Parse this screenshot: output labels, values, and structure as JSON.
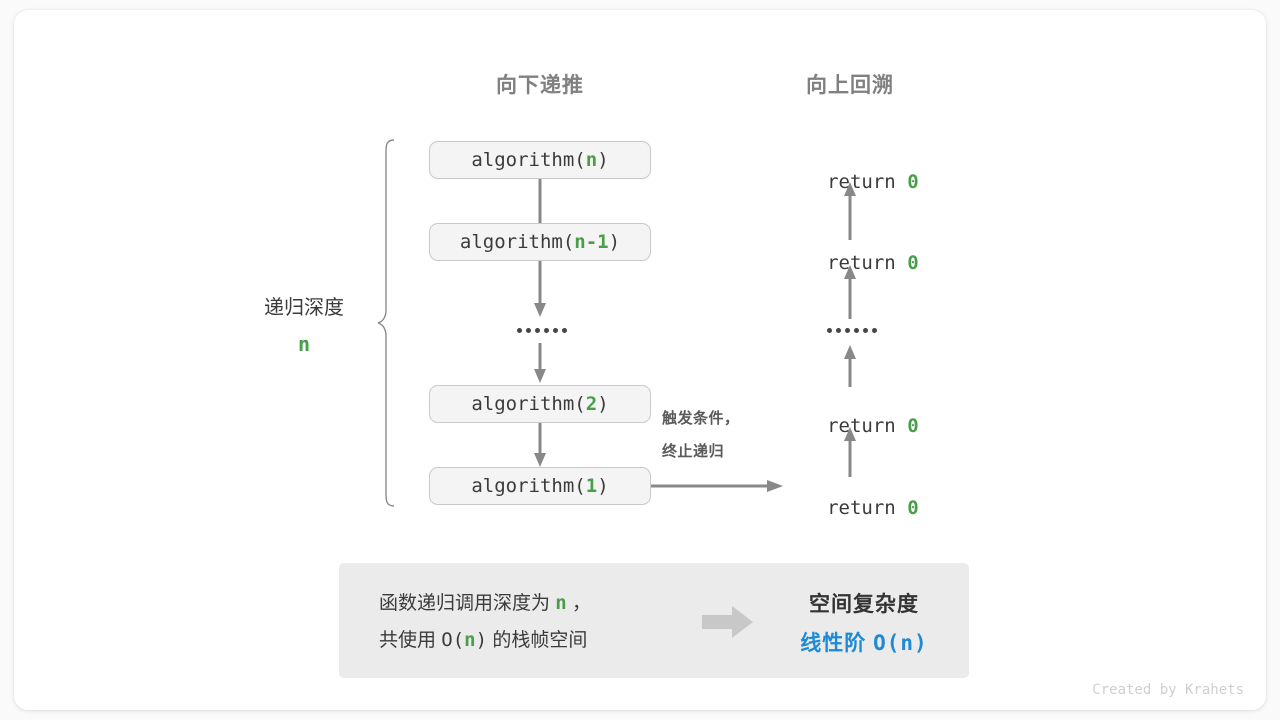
{
  "headers": {
    "down": "向下递推",
    "up": "向上回溯"
  },
  "colors": {
    "accent_green": "#4a9e4a",
    "accent_blue": "#1e8ad6",
    "arrow_gray": "#888888",
    "box_fill": "#f4f4f4",
    "box_border": "#c9c9c9",
    "panel_fill": "#ebebeb",
    "text_dark": "#3b3b3b",
    "header_gray": "#808080"
  },
  "call_stack": [
    {
      "prefix": "algorithm(",
      "arg": "n",
      "suffix": ")"
    },
    {
      "prefix": "algorithm(",
      "arg": "n-1",
      "suffix": ")"
    },
    {
      "prefix": "algorithm(",
      "arg": "2",
      "suffix": ")"
    },
    {
      "prefix": "algorithm(",
      "arg": "1",
      "suffix": ")"
    }
  ],
  "returns": [
    {
      "keyword": "return ",
      "value": "0"
    },
    {
      "keyword": "return ",
      "value": "0"
    },
    {
      "keyword": "return ",
      "value": "0"
    },
    {
      "keyword": "return ",
      "value": "0"
    }
  ],
  "ellipsis": "••••••",
  "depth": {
    "label": "递归深度",
    "value": "n"
  },
  "trigger": {
    "line1": "触发条件，",
    "line2": "终止递归"
  },
  "summary": {
    "left_line1_a": "函数递归调用深度为 ",
    "left_line1_n": "n",
    "left_line1_b": " ，",
    "left_line2_a": "共使用 ",
    "left_line2_o": "O(",
    "left_line2_n": "n",
    "left_line2_c": ")",
    "left_line2_b": " 的栈帧空间",
    "title": "空间复杂度",
    "value_text": "线性阶 ",
    "value_expr": "O(n)"
  },
  "credit": "Created by Krahets"
}
